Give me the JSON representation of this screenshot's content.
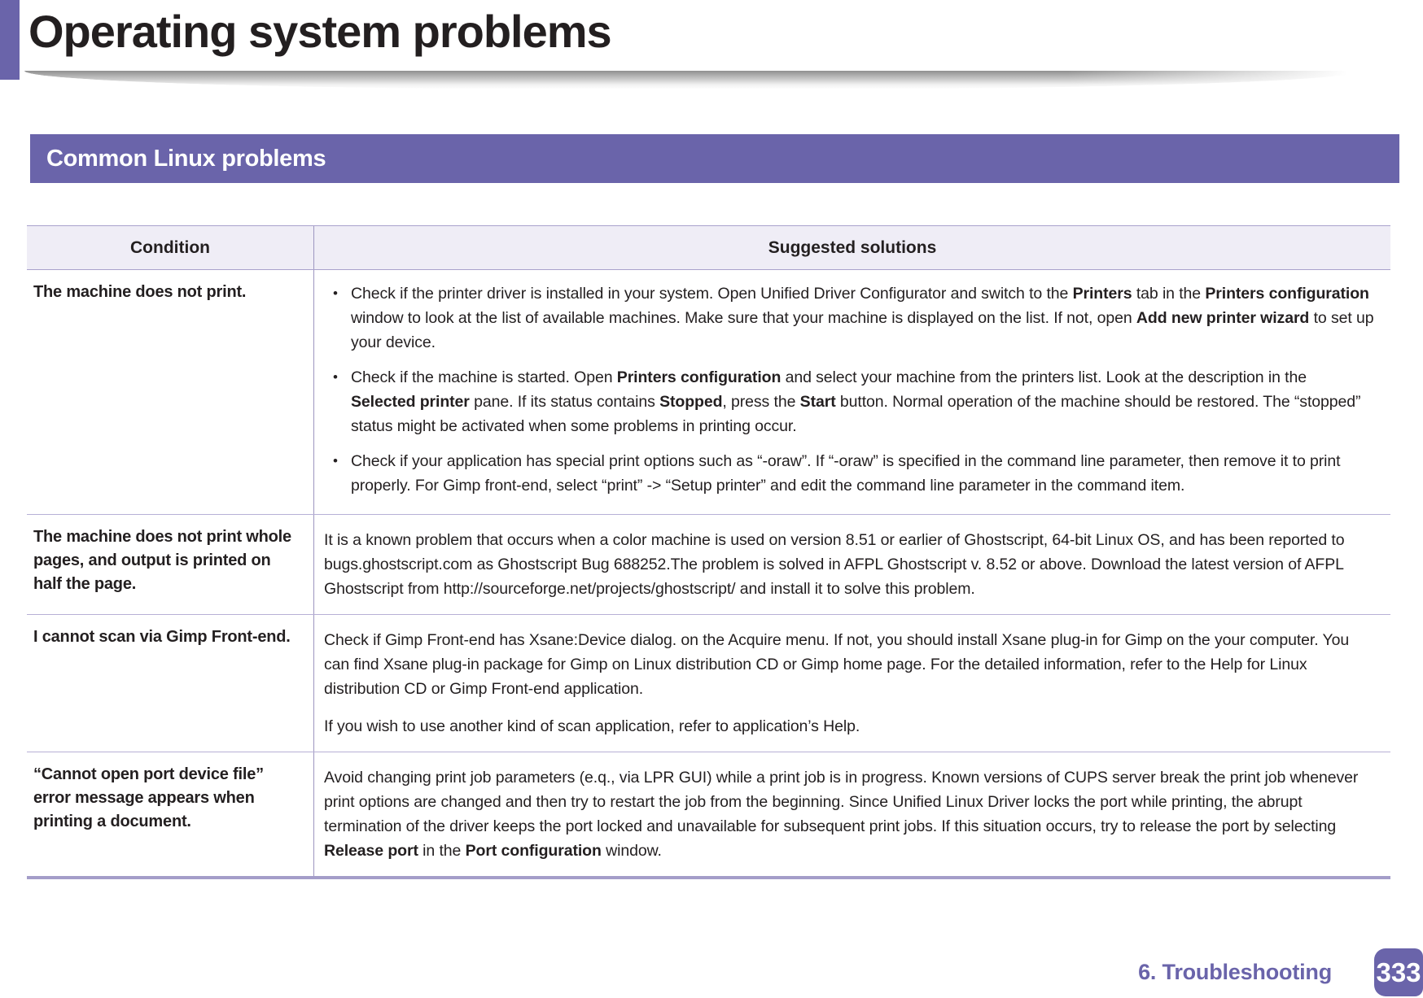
{
  "page": {
    "title": "Operating system problems"
  },
  "section": {
    "title": "Common Linux problems"
  },
  "table": {
    "headers": {
      "condition": "Condition",
      "solutions": "Suggested solutions"
    },
    "rows": [
      {
        "condition": "The machine does not print.",
        "bullets": [
          [
            {
              "t": "Check if the printer driver is installed in your system. Open Unified Driver Configurator and switch to the "
            },
            {
              "t": "Printers",
              "b": true
            },
            {
              "t": " tab in the "
            },
            {
              "t": "Printers configuration",
              "b": true
            },
            {
              "t": " window to look at the list of available machines. Make sure that your machine is displayed on the list. If not, open "
            },
            {
              "t": "Add new printer wizard",
              "b": true
            },
            {
              "t": " to set up your device."
            }
          ],
          [
            {
              "t": "Check if the machine is started. Open "
            },
            {
              "t": "Printers configuration",
              "b": true
            },
            {
              "t": " and select your machine from the printers list. Look at the description in the "
            },
            {
              "t": "Selected printer",
              "b": true
            },
            {
              "t": " pane. If its status contains "
            },
            {
              "t": "Stopped",
              "b": true
            },
            {
              "t": ", press the "
            },
            {
              "t": "Start",
              "b": true
            },
            {
              "t": " button. Normal operation of the machine should be restored. The “stopped” status might be activated when some problems in printing occur."
            }
          ],
          [
            {
              "t": "Check if your application has special print options such as “-oraw”. If “-oraw” is specified in the command line parameter, then remove it to print properly. For Gimp front-end, select “print” -> “Setup printer” and edit the command line parameter in the command item."
            }
          ]
        ]
      },
      {
        "condition": "The machine does not print whole pages, and output is printed on half the page.",
        "paragraphs": [
          [
            {
              "t": "It is a known problem that occurs when a color machine is used on version 8.51 or earlier of Ghostscript, 64-bit Linux OS, and has been reported to bugs.ghostscript.com as Ghostscript Bug 688252.The problem is solved in AFPL Ghostscript v. 8.52 or above. Download the latest version of AFPL Ghostscript from http://sourceforge.net/projects/ghostscript/ and install it to solve this problem."
            }
          ]
        ]
      },
      {
        "condition": "I cannot scan via Gimp Front-end.",
        "paragraphs": [
          [
            {
              "t": "Check if Gimp Front-end has Xsane:Device dialog. on the Acquire menu. If not, you should install Xsane plug-in for Gimp on the your computer. You can find Xsane plug-in package for Gimp on Linux distribution CD or Gimp home page. For the detailed information, refer to the Help for Linux distribution CD or Gimp Front-end application."
            }
          ],
          [
            {
              "t": "If you wish to use another kind of scan application, refer to application’s Help."
            }
          ]
        ]
      },
      {
        "condition": "“Cannot open port device file” error message appears when printing a document.",
        "paragraphs": [
          [
            {
              "t": "Avoid changing print job parameters (e.q., via LPR GUI) while a print job is in progress. Known versions of CUPS server break the print job whenever print options are changed and then try to restart the job from the beginning. Since Unified Linux Driver locks the port while printing, the abrupt termination of the driver keeps the port locked and unavailable for subsequent print jobs. If this situation occurs, try to release the port by selecting "
            },
            {
              "t": "Release port",
              "b": true
            },
            {
              "t": " in the "
            },
            {
              "t": "Port configuration",
              "b": true
            },
            {
              "t": " window."
            }
          ]
        ]
      }
    ]
  },
  "footer": {
    "chapter": "6.  Troubleshooting",
    "page_number": "333"
  },
  "colors": {
    "accent_purple": "#6A64AA",
    "header_row_bg": "#EFEDF6",
    "table_border": "#A9A2CC",
    "row_divider": "#B7B0D6",
    "column_divider": "#9D96C0",
    "text": "#231F20",
    "footer_text": "#6A64AA",
    "badge_text": "#FFFFFF"
  }
}
